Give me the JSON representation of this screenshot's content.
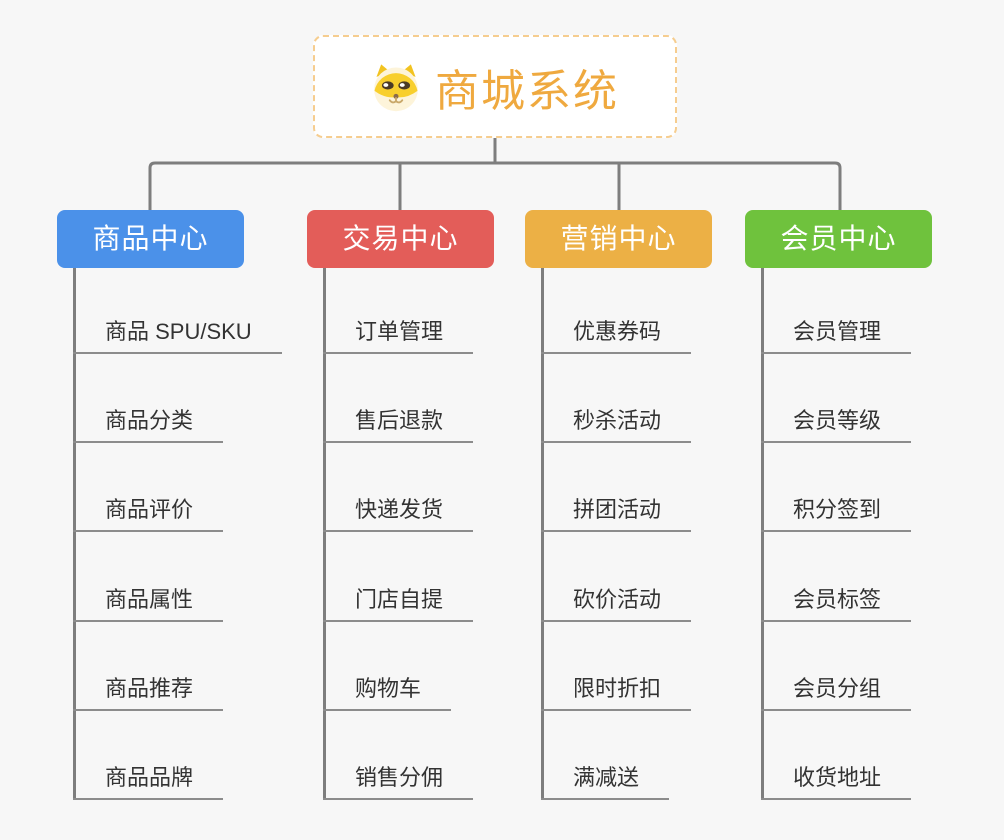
{
  "root": {
    "title": "商城系统",
    "icon": "dog-face-icon",
    "title_color": "#efa93f",
    "border_color": "#f6cd8f"
  },
  "connector_color": "#7e7e7e",
  "underline_color": "#8c8c8c",
  "branches": [
    {
      "label": "商品中心",
      "color": "#4b91e9",
      "items": [
        "商品 SPU/SKU",
        "商品分类",
        "商品评价",
        "商品属性",
        "商品推荐",
        "商品品牌"
      ]
    },
    {
      "label": "交易中心",
      "color": "#e35d59",
      "items": [
        "订单管理",
        "售后退款",
        "快递发货",
        "门店自提",
        "购物车",
        "销售分佣"
      ]
    },
    {
      "label": "营销中心",
      "color": "#ecb045",
      "items": [
        "优惠券码",
        "秒杀活动",
        "拼团活动",
        "砍价活动",
        "限时折扣",
        "满减送"
      ]
    },
    {
      "label": "会员中心",
      "color": "#6fc23d",
      "items": [
        "会员管理",
        "会员等级",
        "积分签到",
        "会员标签",
        "会员分组",
        "收货地址"
      ]
    }
  ]
}
